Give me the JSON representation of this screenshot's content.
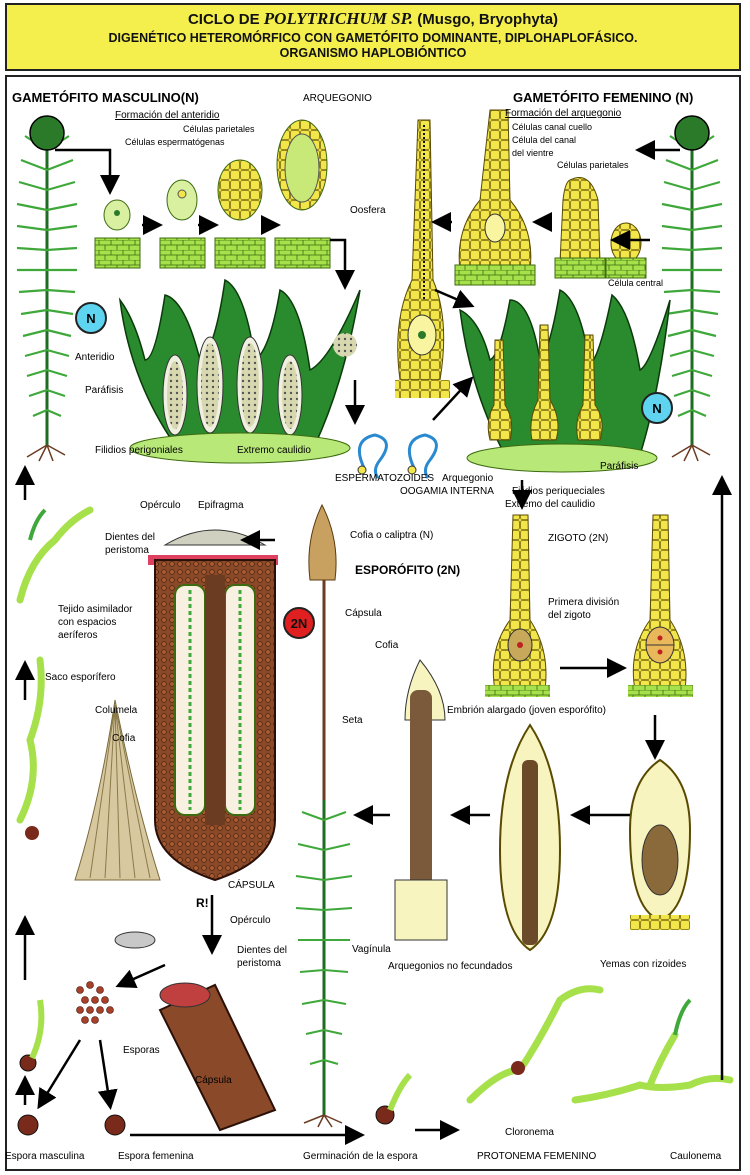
{
  "title": {
    "line1_prefix": "CICLO DE ",
    "line1_italic": "POLYTRICHUM SP.",
    "line1_suffix": " (Musgo, Bryophyta)",
    "line2": "DIGENÉTICO HETEROMÓRFICO CON GAMETÓFITO DOMINANTE, DIPLOHAPLOFÁSICO.",
    "line3": "ORGANISMO HAPLOBIÓNTICO"
  },
  "badges": {
    "n_left": "N",
    "n_right": "N",
    "two_n": "2N",
    "colors": {
      "n": "#5fd4f0",
      "two_n": "#e02020"
    }
  },
  "labels": {
    "gametofito_masculino": "GAMETÓFITO MASCULINO(N)",
    "formacion_anteridio": "Formación del anteridio",
    "celulas_parietales": "Células parietales",
    "celulas_espermatogenas": "Células espermatógenas",
    "arquegonio_top": "ARQUEGONIO",
    "oosfera": "Oosfera",
    "gametofito_femenino": "GAMETÓFITO FEMENINO (N)",
    "formacion_arquegonio": "Formación del arquegonio",
    "celulas_canal_cuello": "Células canal cuello",
    "celula_canal_vientre_1": "Célula del canal",
    "celula_canal_vientre_2": "del vientre",
    "celulas_parietales_f": "Células parietales",
    "celula_central": "Célula central",
    "anteridio": "Anteridio",
    "parafisis_left": "Paráfisis",
    "filidios_perigoniales": "Filidios perigoniales",
    "extremo_caulidio_left": "Extremo caulidio",
    "espermatozoides": "ESPERMATOZOIDES",
    "oogamia_interna": "OOGAMIA INTERNA",
    "arquegonio_mid": "Arquegonio",
    "parafisis_right": "Paráfisis",
    "filidios_periqueciales": "Filidios periqueciales",
    "extremo_caulidio_right": "Extremo del caulidio",
    "operculo": "Opérculo",
    "epifragma": "Epifragma",
    "dientes_peristoma_1": "Dientes del",
    "dientes_peristoma_2": "peristoma",
    "cofia_caliptra": "Cofia o caliptra (N)",
    "esporofito": "ESPORÓFITO (2N)",
    "capsula_top": "Cápsula",
    "tejido_1": "Tejido asimilador",
    "tejido_2": "con espacios",
    "tejido_3": "aeríferos",
    "saco_esporifero": "Saco esporífero",
    "columela": "Columela",
    "cofia_left": "Cofia",
    "cofia_mid": "Cofia",
    "seta": "Seta",
    "zigoto": "ZIGOTO (2N)",
    "primera_division_1": "Primera división",
    "primera_division_2": "del zigoto",
    "embrion": "Embrión alargado (joven esporófito)",
    "capsula_mid": "CÁPSULA",
    "r_meiosis": "R!",
    "operculo_2": "Opérculo",
    "dientes_2a": "Dientes del",
    "dientes_2b": "peristoma",
    "vaginula": "Vagínula",
    "arquegonios_no_fec": "Arquegonios no fecundados",
    "yemas": "Yemas con rizoides",
    "esporas": "Esporas",
    "capsula_bottom": "Cápsula",
    "cloronema": "Cloronema",
    "espora_masculina": "Espora masculina",
    "espora_femenina": "Espora femenina",
    "germinacion": "Germinación de la espora",
    "protonema_femenino": "PROTONEMA FEMENINO",
    "caulonema": "Caulonema"
  },
  "colors": {
    "title_bg": "#f4ef4d",
    "leaf_green": "#3fa83a",
    "dark_green": "#1e6b22",
    "cell_yellow": "#f2e64a",
    "cell_green": "#a6e04a",
    "brown": "#6b3b22",
    "capsule_brown": "#8a4a2a",
    "light_green": "#b8e878"
  },
  "icons": {
    "arrow": "arrow-icon",
    "moss_plant": "moss-plant-icon",
    "spore": "spore-icon"
  }
}
